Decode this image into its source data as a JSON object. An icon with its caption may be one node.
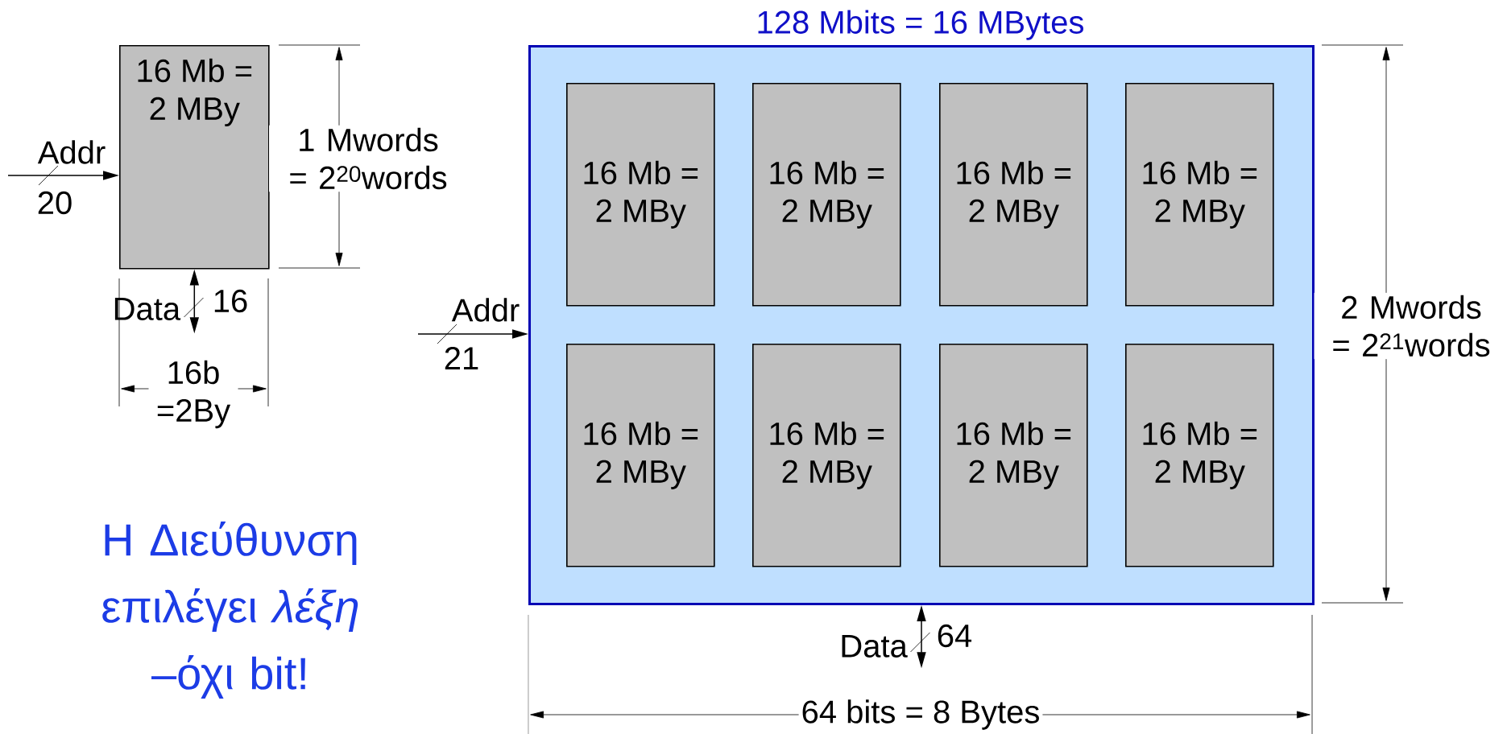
{
  "diagram": {
    "nodes": [
      {
        "text": [
          "16 Mb = 2 MBy"
        ]
      },
      {
        "text": [
          "128 Mbits = 16 MBytes"
        ]
      },
      {
        "text": [
          "16 Mb = 2 MBy"
        ],
        "in": 1
      },
      {
        "text": [
          "16 Mb = 2 MBy"
        ],
        "in": 1
      },
      {
        "text": [
          "16 Mb = 2 MBy"
        ],
        "in": 1
      },
      {
        "text": [
          "16 Mb = 2 MBy"
        ],
        "in": 1
      },
      {
        "text": [
          "16 Mb = 2 MBy"
        ],
        "in": 1
      },
      {
        "text": [
          "16 Mb = 2 MBy"
        ],
        "in": 1
      },
      {
        "text": [
          "16 Mb = 2 MBy"
        ],
        "in": 1
      },
      {
        "text": [
          "16 Mb = 2 MBy"
        ],
        "in": 1
      },
      {
        "text": [
          "16"
        ]
      },
      {
        "text": [
          "64"
        ]
      }
    ],
    "edges": [
      {
        "from": null,
        "to": 0,
        "arrow": "to"
      },
      {
        "from": 0,
        "to": 10,
        "arrow": "both",
        "label": "Data"
      },
      {
        "from": null,
        "to": 1,
        "arrow": "to"
      },
      {
        "from": 1,
        "to": 11,
        "arrow": "both",
        "label": "Data"
      }
    ],
    "labels": [
      "Addr",
      "20",
      "1 Mwords = 2$^{20}$words",
      "16b =2By",
      "Addr",
      "21",
      "2 Mwords = 2$^{21}$words",
      "64 bits = 8 Bytes",
      "Η Διεύθυνση επιλέγει *λέξη* –όχι bit!"
    ]
  }
}
